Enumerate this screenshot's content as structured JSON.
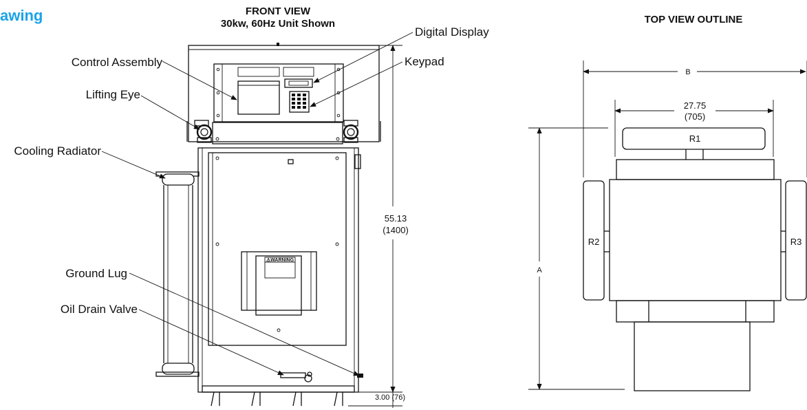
{
  "section_heading": "awing",
  "accent_color": "#1aa3e8",
  "front_view": {
    "title": "FRONT VIEW",
    "subtitle": "30kw, 60Hz Unit Shown",
    "warning_label": "⚠WARNING",
    "callouts": {
      "control_assembly": "Control Assembly",
      "lifting_eye": "Lifting Eye",
      "cooling_radiator": "Cooling Radiator",
      "ground_lug": "Ground Lug",
      "oil_drain_valve": "Oil Drain Valve",
      "digital_display": "Digital Display",
      "keypad": "Keypad"
    },
    "dimensions": {
      "height": "55.13",
      "height_mm": "(1400)",
      "base": "3.00 (76)"
    }
  },
  "top_view": {
    "title": "TOP VIEW OUTLINE",
    "dim_b": "B",
    "dim_width": "27.75",
    "dim_width_mm": "(705)",
    "dim_a": "A",
    "labels": {
      "r1": "R1",
      "r2": "R2",
      "r3": "R3"
    }
  }
}
